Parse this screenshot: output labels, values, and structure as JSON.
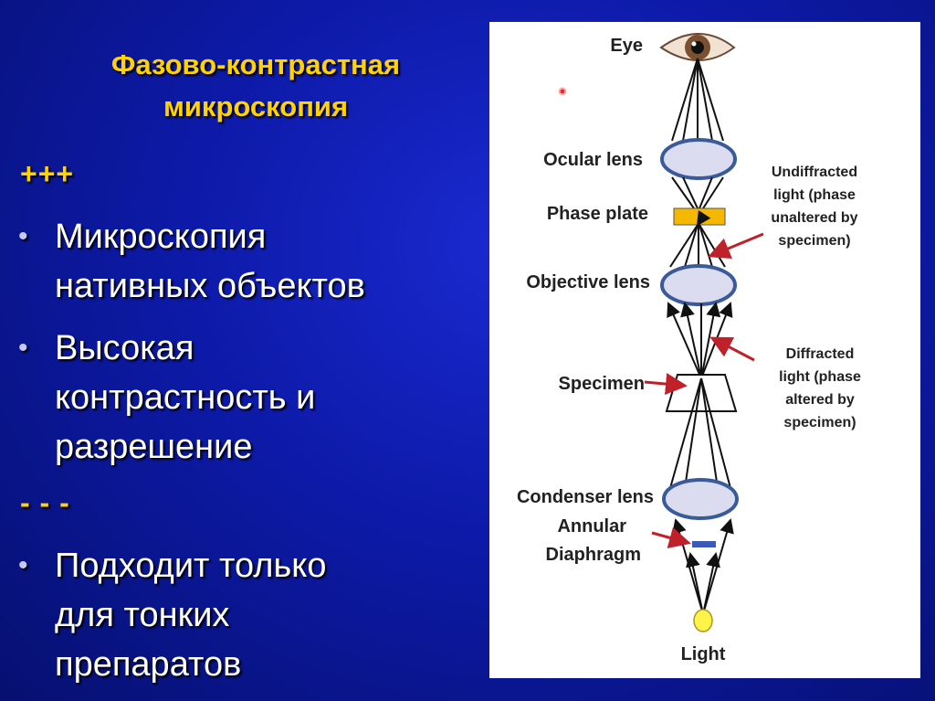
{
  "slide": {
    "title_line1": "Фазово-контрастная",
    "title_line2": "микроскопия",
    "plus_marker": "+++",
    "pros": [
      {
        "bullet": "•",
        "line1": "Микроскопия",
        "line2": "нативных объектов"
      },
      {
        "bullet": "•",
        "line1": "Высокая",
        "line2": "контрастность и",
        "line3": "разрешение"
      }
    ],
    "minus_marker": "- - -",
    "cons": [
      {
        "bullet": "•",
        "line1": "Подходит только",
        "line2": "для тонких",
        "line3": "препаратов"
      }
    ]
  },
  "diagram": {
    "labels": {
      "eye": "Eye",
      "ocular_lens": "Ocular lens",
      "phase_plate": "Phase plate",
      "objective_lens": "Objective lens",
      "specimen": "Specimen",
      "condenser_lens": "Condenser lens",
      "annular": "Annular",
      "diaphragm": "Diaphragm",
      "light": "Light"
    },
    "annotations": {
      "undiffracted": [
        "Undiffracted",
        "light (phase",
        "unaltered by",
        "specimen)"
      ],
      "diffracted": [
        "Diffracted",
        "light (phase",
        "altered by",
        "specimen)"
      ]
    },
    "colors": {
      "lens_fill": "#dcdcf0",
      "lens_stroke": "#3a5a9a",
      "phase_plate": "#f5b800",
      "diaphragm": "#3a5aba",
      "light_source": "#fff34a",
      "pointer": "#c0202a",
      "ray": "#111111"
    }
  }
}
